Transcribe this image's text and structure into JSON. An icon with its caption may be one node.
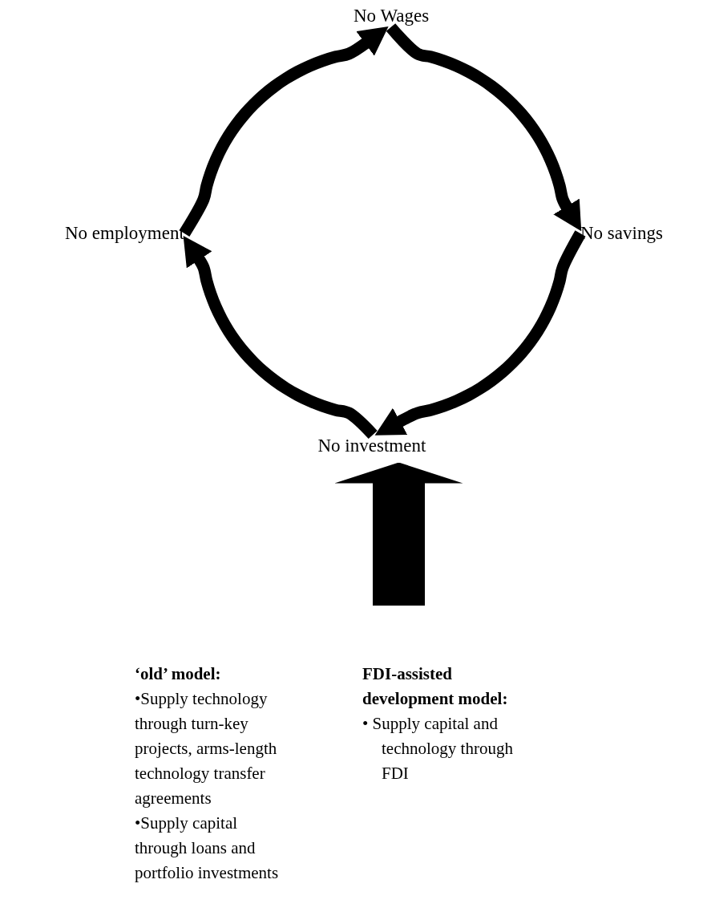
{
  "diagram": {
    "nodes": [
      {
        "text": [
          "No Wages"
        ]
      },
      {
        "text": [
          "No employment"
        ]
      },
      {
        "text": [
          "No savings"
        ]
      },
      {
        "text": [
          "No investment"
        ]
      }
    ],
    "edges": [
      {
        "from": 0,
        "to": 2,
        "arrow": "to"
      },
      {
        "from": 2,
        "to": 3,
        "arrow": "to"
      },
      {
        "from": 3,
        "to": 1,
        "arrow": "to"
      },
      {
        "from": 1,
        "to": 0,
        "arrow": "to"
      },
      {
        "from": null,
        "to": 3,
        "arrow": "to",
        "style": "thick"
      }
    ],
    "labels": [
      "‘old’ model:",
      "•Supply technology through turn-key projects, arms-length technology transfer agreements",
      "•Supply capital through loans and portfolio investments",
      "FDI-assisted development model:",
      "• Supply capital and technology through FDI"
    ]
  }
}
